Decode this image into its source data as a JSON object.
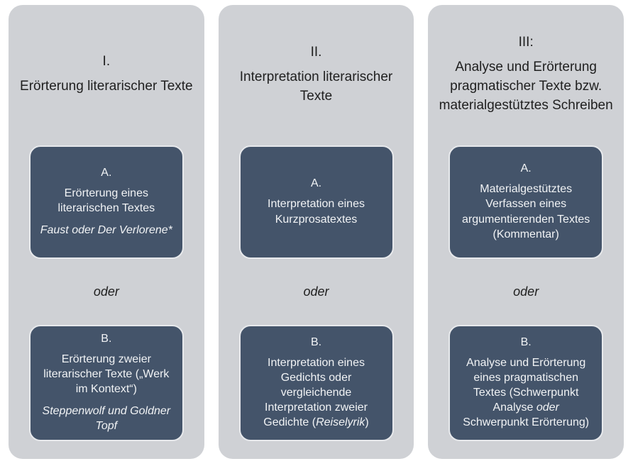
{
  "or_label": "oder",
  "colors": {
    "page_bg": "#ffffff",
    "column_bg": "#cfd1d5",
    "box_bg": "#44546a",
    "box_border": "#e7e9ec",
    "box_text": "#f1f3f5",
    "heading_text": "#1f1f1f"
  },
  "columns": [
    {
      "numeral": "I.",
      "title": "Erörterung literarischer Texte",
      "box_a": {
        "label": "A.",
        "main": [
          {
            "t": "Erörterung eines literarischen Textes"
          }
        ],
        "sub": [
          {
            "t": "Faust oder Der Verlorene*",
            "i": true
          }
        ]
      },
      "box_b": {
        "label": "B.",
        "main": [
          {
            "t": "Erörterung zweier literarischer Texte („Werk im Kontext“)"
          }
        ],
        "sub": [
          {
            "t": "Steppenwolf und Goldner Topf",
            "i": true
          }
        ]
      }
    },
    {
      "numeral": "II.",
      "title": "Interpretation literarischer Texte",
      "box_a": {
        "label": "A.",
        "main": [
          {
            "t": "Interpretation eines Kurzprosatextes"
          }
        ],
        "sub": []
      },
      "box_b": {
        "label": "B.",
        "main": [
          {
            "t": "Interpretation eines Gedichts oder vergleichende Interpretation zweier Gedichte ("
          },
          {
            "t": "Reiselyrik",
            "i": true
          },
          {
            "t": ")"
          }
        ],
        "sub": []
      }
    },
    {
      "numeral": "III:",
      "title": "Analyse und Erörterung pragmatischer Texte bzw. materialgestütztes Schreiben",
      "box_a": {
        "label": "A.",
        "main": [
          {
            "t": "Materialgestütztes Verfassen eines argumentierenden Textes (Kommentar)"
          }
        ],
        "sub": []
      },
      "box_b": {
        "label": "B.",
        "main": [
          {
            "t": "Analyse und Erörterung eines pragmatischen Textes (Schwerpunkt Analyse "
          },
          {
            "t": "oder",
            "i": true
          },
          {
            "t": " Schwerpunkt Erörterung)"
          }
        ],
        "sub": []
      }
    }
  ]
}
